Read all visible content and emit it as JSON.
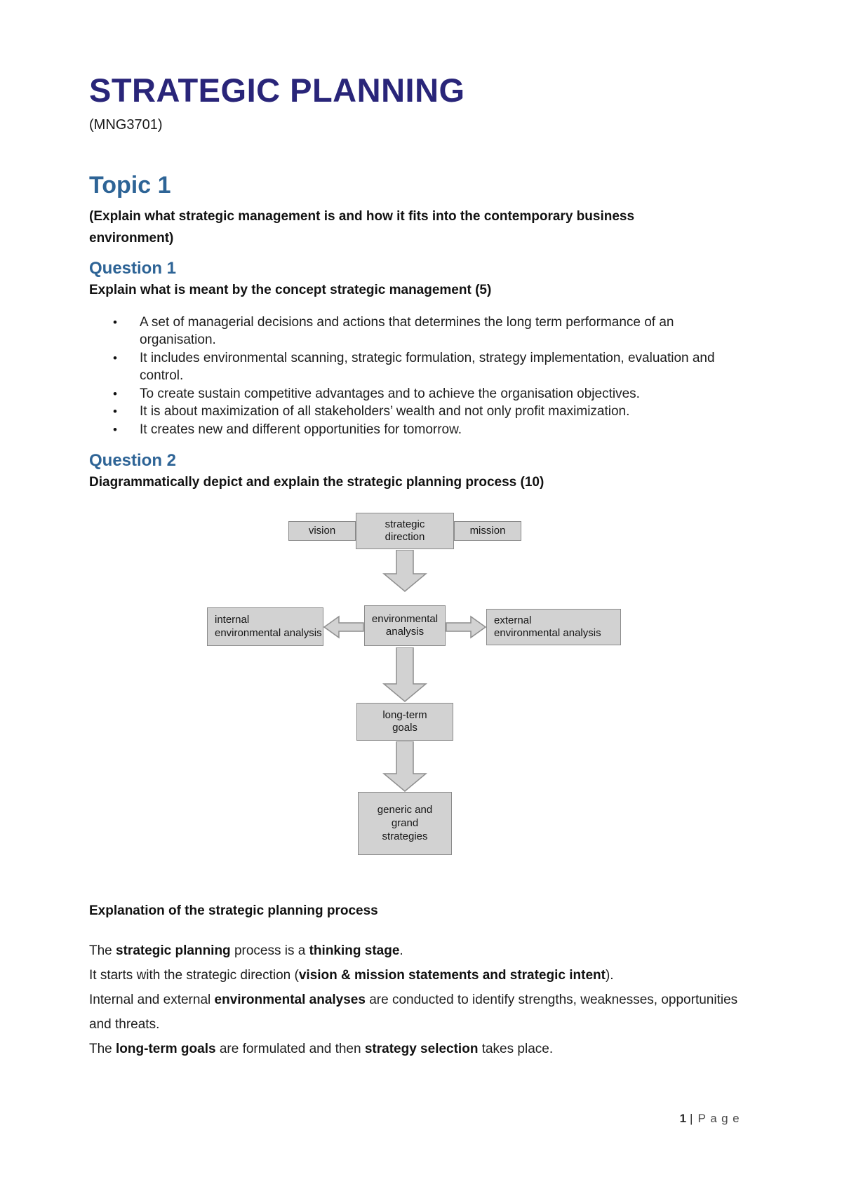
{
  "colors": {
    "title_navy": "#292579",
    "heading_blue": "#2e6496",
    "diagram_box_fill": "#d2d2d2",
    "diagram_box_border": "#8a8a8a"
  },
  "page": {
    "title": "STRATEGIC PLANNING",
    "subtitle": "(MNG3701)"
  },
  "topic": {
    "heading": "Topic 1",
    "description": "(Explain what strategic management is and how it fits into the contemporary business environment)"
  },
  "question1": {
    "heading": "Question 1",
    "prompt": "Explain what is meant by the concept strategic management (5)",
    "bullet_char": "•",
    "bullets": [
      "A set of managerial decisions and actions that determines the long term performance of an organisation.",
      "It includes environmental scanning, strategic formulation, strategy implementation, evaluation and control.",
      "To create sustain competitive advantages and to achieve the organisation objectives.",
      "It is about maximization of all stakeholders’ wealth and not only profit maximization.",
      "It creates new and different opportunities for tomorrow."
    ]
  },
  "question2": {
    "heading": "Question 2",
    "prompt": "Diagrammatically depict and explain the strategic planning process (10)"
  },
  "diagram": {
    "vision": [
      "vision"
    ],
    "strategic_direction": [
      "strategic",
      "direction"
    ],
    "mission": [
      "mission"
    ],
    "internal": [
      "internal",
      "environmental analysis"
    ],
    "environmental": [
      "environmental",
      "analysis"
    ],
    "external": [
      "external",
      "environmental analysis"
    ],
    "long_term": [
      "long-term",
      "goals"
    ],
    "generic": [
      "generic and",
      "grand",
      "strategies"
    ]
  },
  "explanation": {
    "heading": "Explanation of the strategic planning process",
    "lines": [
      {
        "parts": [
          "The ",
          "strategic planning",
          " process is a ",
          "thinking stage",
          "."
        ]
      },
      {
        "parts": [
          "It starts with the strategic direction (",
          "vision & mission statements and strategic intent",
          ")."
        ]
      },
      {
        "parts": [
          "Internal and external ",
          "environmental analyses",
          " are conducted to identify strengths, weaknesses, opportunities and threats."
        ]
      },
      {
        "parts": [
          "The ",
          "long-term goals",
          " are formulated and then ",
          "strategy selection",
          " takes place."
        ]
      }
    ]
  },
  "footer": {
    "page_number": "1",
    "separator": "|",
    "page_label": "Page"
  }
}
